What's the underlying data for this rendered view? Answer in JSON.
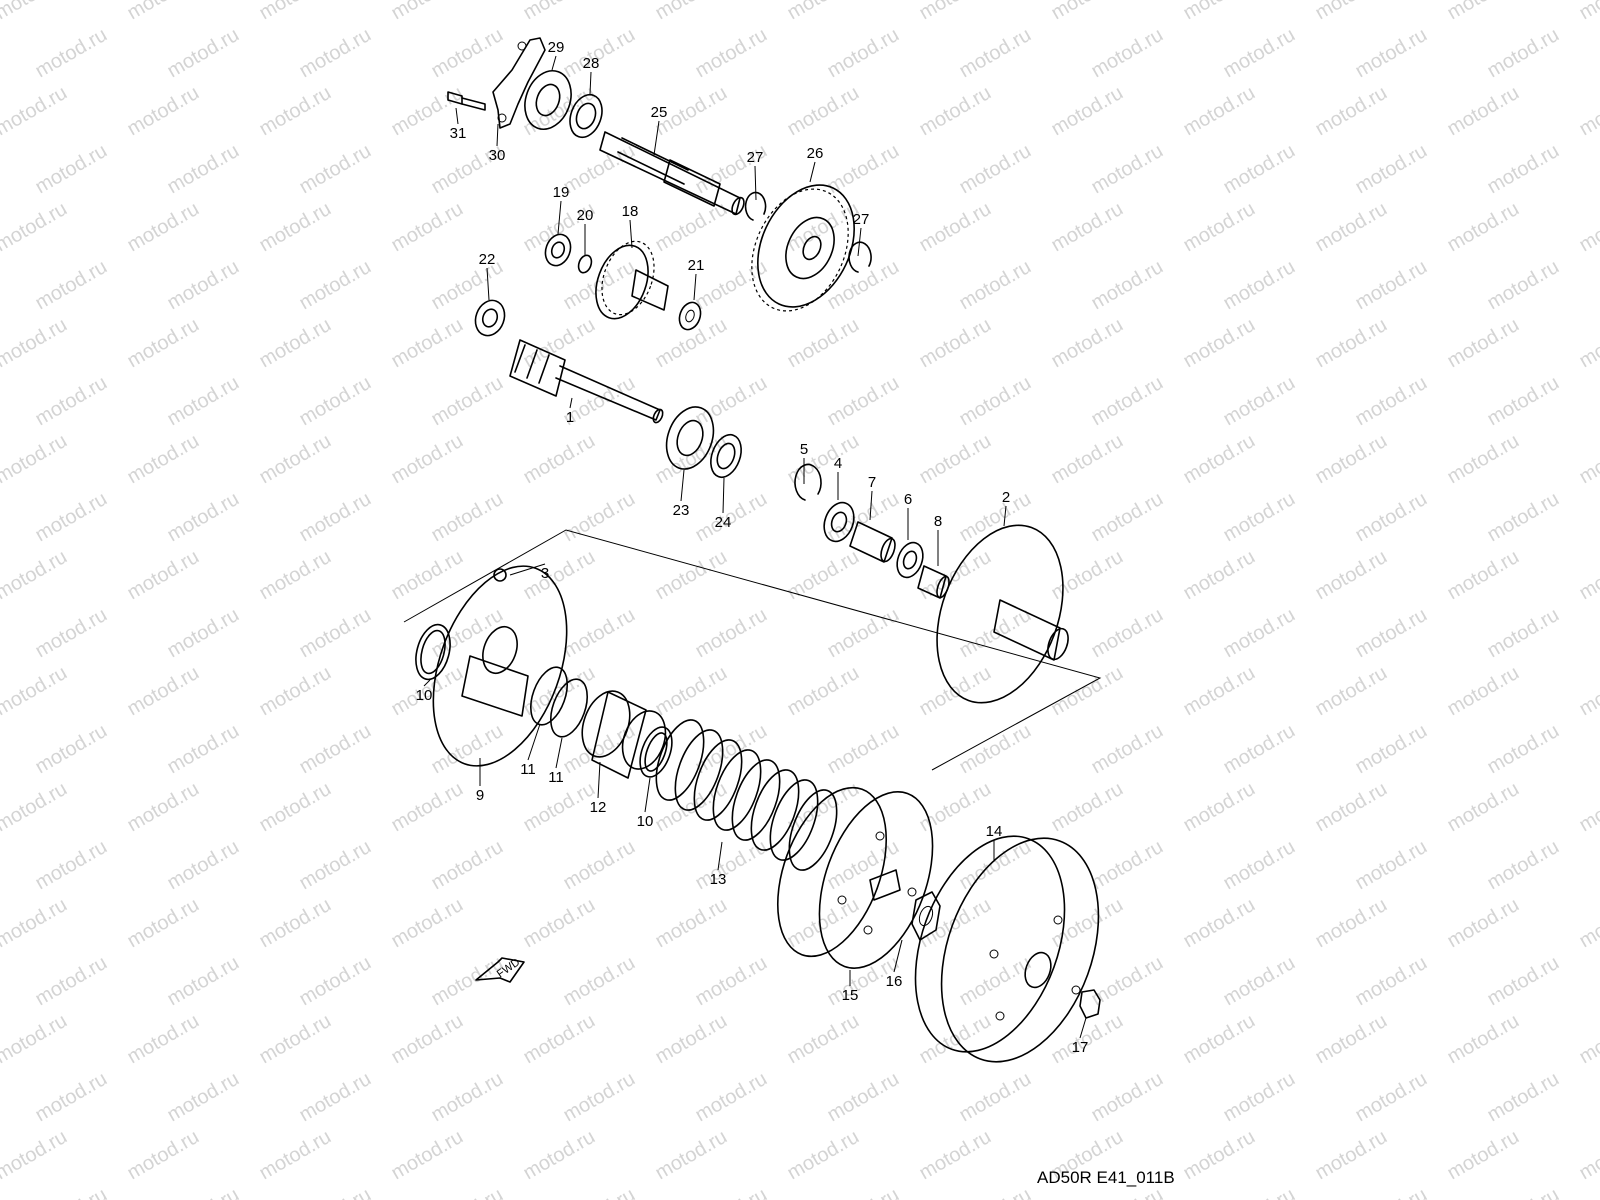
{
  "watermark_text": "motod.ru",
  "diagram_code": "AD50R E41_011B",
  "fwd_label": "FWD",
  "callouts": [
    "1",
    "2",
    "3",
    "4",
    "5",
    "6",
    "7",
    "8",
    "9",
    "10",
    "10",
    "11",
    "11",
    "12",
    "13",
    "14",
    "15",
    "16",
    "17",
    "18",
    "19",
    "20",
    "21",
    "22",
    "23",
    "24",
    "25",
    "26",
    "27",
    "27",
    "28",
    "29",
    "30",
    "31"
  ]
}
